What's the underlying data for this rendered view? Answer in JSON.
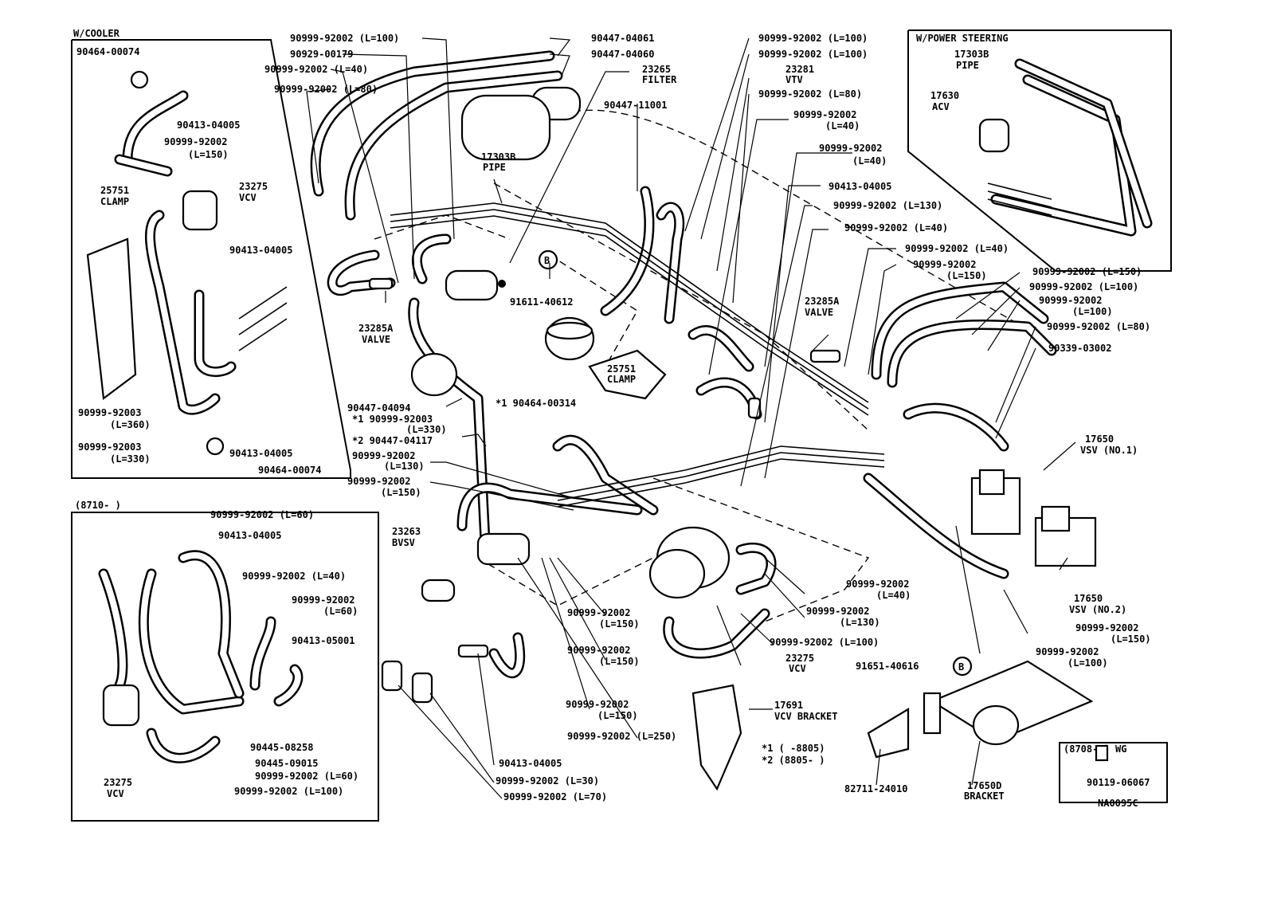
{
  "insets": {
    "cooler": {
      "title": "W/COOLER"
    },
    "power_steering": {
      "title": "W/POWER STEERING"
    },
    "date_8710": {
      "title": "(8710-          )"
    },
    "date_8708": {
      "title": "(8708-       ) WG"
    }
  },
  "labels": [
    {
      "id": "c1",
      "text": "90464-00074"
    },
    {
      "id": "c2",
      "text": "90413-04005"
    },
    {
      "id": "c3a",
      "text": "90999-92002"
    },
    {
      "id": "c3b",
      "text": "(L=150)"
    },
    {
      "id": "c4a",
      "text": "23275"
    },
    {
      "id": "c4b",
      "text": "VCV"
    },
    {
      "id": "c5a",
      "text": "25751"
    },
    {
      "id": "c5b",
      "text": "CLAMP"
    },
    {
      "id": "c6",
      "text": "90413-04005"
    },
    {
      "id": "c7a",
      "text": "90999-92003"
    },
    {
      "id": "c7b",
      "text": "(L=360)"
    },
    {
      "id": "c8a",
      "text": "90999-92003"
    },
    {
      "id": "c8b",
      "text": "(L=330)"
    },
    {
      "id": "c9",
      "text": "90413-04005"
    },
    {
      "id": "c10",
      "text": "90464-00074"
    },
    {
      "id": "t1",
      "text": "90999-92002 (L=100)"
    },
    {
      "id": "t2",
      "text": "90929-00179"
    },
    {
      "id": "t3",
      "text": "90999-92002 (L=40)"
    },
    {
      "id": "t4",
      "text": "90999-92002 (L=80)"
    },
    {
      "id": "t5",
      "text": "90447-04061"
    },
    {
      "id": "t6",
      "text": "90447-04060"
    },
    {
      "id": "t7a",
      "text": "23265"
    },
    {
      "id": "t7b",
      "text": "FILTER"
    },
    {
      "id": "t8",
      "text": "90447-11001"
    },
    {
      "id": "t9a",
      "text": "17303B"
    },
    {
      "id": "t9b",
      "text": "PIPE"
    },
    {
      "id": "t10",
      "text": "91611-40612"
    },
    {
      "id": "t11a",
      "text": "23285A"
    },
    {
      "id": "t11b",
      "text": "VALVE"
    },
    {
      "id": "t12",
      "text": "90447-04094"
    },
    {
      "id": "t13a",
      "text": "*1 90999-92003"
    },
    {
      "id": "t13b",
      "text": "(L=330)"
    },
    {
      "id": "t14",
      "text": "*2 90447-04117"
    },
    {
      "id": "t15a",
      "text": "90999-92002"
    },
    {
      "id": "t15b",
      "text": "(L=130)"
    },
    {
      "id": "t16a",
      "text": "90999-92002"
    },
    {
      "id": "t16b",
      "text": "(L=150)"
    },
    {
      "id": "t17",
      "text": "*1  90464-00314"
    },
    {
      "id": "t18a",
      "text": "25751"
    },
    {
      "id": "t18b",
      "text": "CLAMP"
    },
    {
      "id": "t19a",
      "text": "23263"
    },
    {
      "id": "t19b",
      "text": "BVSV"
    },
    {
      "id": "r1",
      "text": "90999-92002 (L=100)"
    },
    {
      "id": "r2",
      "text": "90999-92002 (L=100)"
    },
    {
      "id": "r3a",
      "text": "23281"
    },
    {
      "id": "r3b",
      "text": "VTV"
    },
    {
      "id": "r4",
      "text": "90999-92002 (L=80)"
    },
    {
      "id": "r5a",
      "text": "90999-92002"
    },
    {
      "id": "r5b",
      "text": "(L=40)"
    },
    {
      "id": "r6a",
      "text": "90999-92002"
    },
    {
      "id": "r6b",
      "text": "(L=40)"
    },
    {
      "id": "r7",
      "text": "90413-04005"
    },
    {
      "id": "r8",
      "text": "90999-92002 (L=130)"
    },
    {
      "id": "r9",
      "text": "90999-92002 (L=40)"
    },
    {
      "id": "r10",
      "text": "90999-92002 (L=40)"
    },
    {
      "id": "r11a",
      "text": "90999-92002"
    },
    {
      "id": "r11b",
      "text": "(L=150)"
    },
    {
      "id": "r12a",
      "text": "23285A"
    },
    {
      "id": "r12b",
      "text": "VALVE"
    },
    {
      "id": "r13",
      "text": "90999-92002 (L=150)"
    },
    {
      "id": "r14",
      "text": "90999-92002 (L=100)"
    },
    {
      "id": "r15a",
      "text": "90999-92002"
    },
    {
      "id": "r15b",
      "text": "(L=100)"
    },
    {
      "id": "r16",
      "text": "90999-92002 (L=80)"
    },
    {
      "id": "r17",
      "text": "90339-03002"
    },
    {
      "id": "r18a",
      "text": "17650"
    },
    {
      "id": "r18b",
      "text": "VSV (NO.1)"
    },
    {
      "id": "r19a",
      "text": "17650"
    },
    {
      "id": "r19b",
      "text": "VSV (NO.2)"
    },
    {
      "id": "r20a",
      "text": "90999-92002"
    },
    {
      "id": "r20b",
      "text": "(L=150)"
    },
    {
      "id": "r21a",
      "text": "90999-92002"
    },
    {
      "id": "r21b",
      "text": "(L=100)"
    },
    {
      "id": "ps1a",
      "text": "17303B"
    },
    {
      "id": "ps1b",
      "text": "PIPE"
    },
    {
      "id": "ps2a",
      "text": "17630"
    },
    {
      "id": "ps2b",
      "text": "ACV"
    },
    {
      "id": "m1a",
      "text": "90999-92002"
    },
    {
      "id": "m1b",
      "text": "(L=40)"
    },
    {
      "id": "m2a",
      "text": "90999-92002"
    },
    {
      "id": "m2b",
      "text": "(L=130)"
    },
    {
      "id": "m3",
      "text": "90999-92002 (L=100)"
    },
    {
      "id": "m4a",
      "text": "23275"
    },
    {
      "id": "m4b",
      "text": "VCV"
    },
    {
      "id": "m5",
      "text": "91651-40616"
    },
    {
      "id": "m6a",
      "text": "90999-92002"
    },
    {
      "id": "m6b",
      "text": "(L=150)"
    },
    {
      "id": "m7a",
      "text": "90999-92002"
    },
    {
      "id": "m7b",
      "text": "(L=150)"
    },
    {
      "id": "m8a",
      "text": "90999-92002"
    },
    {
      "id": "m8b",
      "text": "(L=150)"
    },
    {
      "id": "m9",
      "text": "90999-92002 (L=250)"
    },
    {
      "id": "m10",
      "text": "90413-04005"
    },
    {
      "id": "m11",
      "text": "90999-92002 (L=30)"
    },
    {
      "id": "m12",
      "text": "90999-92002 (L=70)"
    },
    {
      "id": "m13a",
      "text": "17691"
    },
    {
      "id": "m13b",
      "text": "VCV BRACKET"
    },
    {
      "id": "m14a",
      "text": "*1 (        -8805)"
    },
    {
      "id": "m14b",
      "text": "*2 (8805-        )"
    },
    {
      "id": "m15",
      "text": "82711-24010"
    },
    {
      "id": "m16a",
      "text": "17650D"
    },
    {
      "id": "m16b",
      "text": "BRACKET"
    },
    {
      "id": "m17",
      "text": "90119-06067"
    },
    {
      "id": "m18",
      "text": "NA0095C"
    },
    {
      "id": "b1",
      "text": "90999-92002 (L=60)"
    },
    {
      "id": "b2",
      "text": "90413-04005"
    },
    {
      "id": "b3",
      "text": "90999-92002 (L=40)"
    },
    {
      "id": "b4a",
      "text": "90999-92002"
    },
    {
      "id": "b4b",
      "text": "(L=60)"
    },
    {
      "id": "b5",
      "text": "90413-05001"
    },
    {
      "id": "b6",
      "text": "90445-08258"
    },
    {
      "id": "b7",
      "text": "90445-09015"
    },
    {
      "id": "b8",
      "text": "90999-92002 (L=60)"
    },
    {
      "id": "b9",
      "text": "90999-92002 (L=100)"
    },
    {
      "id": "b10a",
      "text": "23275"
    },
    {
      "id": "b10b",
      "text": "VCV"
    }
  ],
  "callouts": {
    "b_marker": "B"
  }
}
